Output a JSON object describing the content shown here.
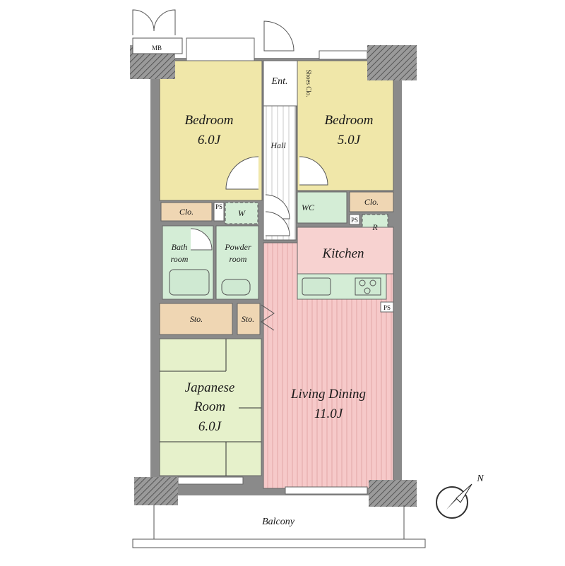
{
  "colors": {
    "bedroom": "#f0e7a9",
    "closet": "#efd6b3",
    "storage": "#efd6b3",
    "wet_area": "#d4edd6",
    "kitchen": "#f7d2d0",
    "living": "#f6c9c9",
    "japanese_room": "#e6f1cb",
    "wall": "#8a8a8a",
    "hall": "#ffffff"
  },
  "labels": {
    "mb": "MB",
    "entrance": "Ent.",
    "shoes_closet": "Shoes Clo.",
    "hall": "Hall",
    "bedroom_west_name": "Bedroom",
    "bedroom_west_size": "6.0J",
    "bedroom_east_name": "Bedroom",
    "bedroom_east_size": "5.0J",
    "closet_west": "Clo.",
    "closet_east": "Clo.",
    "wc": "WC",
    "washer": "W",
    "ps_1": "PS",
    "ps_2": "PS",
    "ps_3": "PS",
    "refrigerator": "R",
    "bath_line1": "Bath",
    "bath_line2": "room",
    "powder_line1": "Powder",
    "powder_line2": "room",
    "kitchen": "Kitchen",
    "storage_1": "Sto.",
    "storage_2": "Sto.",
    "japanese_line1": "Japanese",
    "japanese_line2": "Room",
    "japanese_size": "6.0J",
    "living_name": "Living Dining",
    "living_size": "11.0J",
    "balcony": "Balcony",
    "compass_n": "N"
  }
}
